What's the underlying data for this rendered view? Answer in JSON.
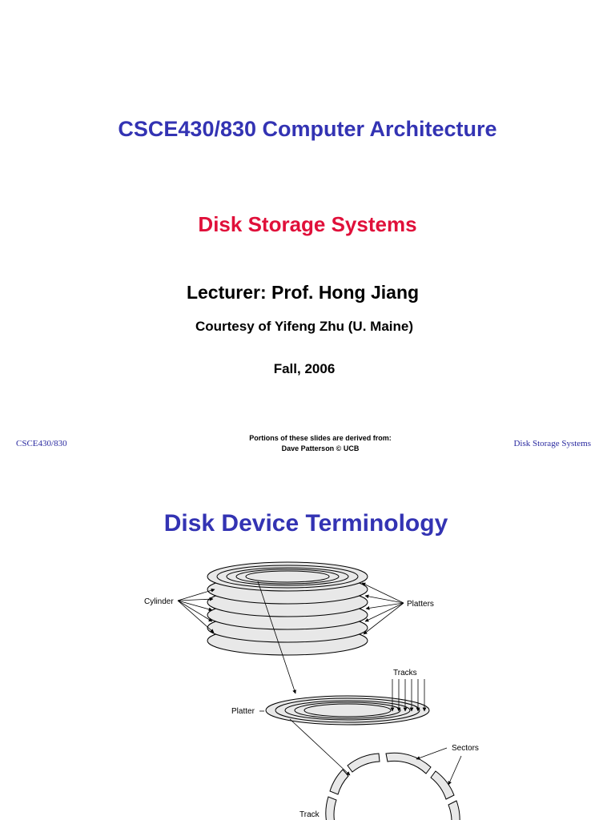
{
  "slide1": {
    "course_title": "CSCE430/830 Computer Architecture",
    "topic": "Disk Storage Systems",
    "lecturer": "Lecturer: Prof. Hong Jiang",
    "courtesy": "Courtesy of Yifeng Zhu (U. Maine)",
    "term": "Fall, 2006",
    "footer": {
      "left": "CSCE430/830",
      "center_line1": "Portions of these slides are derived from:",
      "center_line2": "Dave Patterson © UCB",
      "right": "Disk Storage Systems"
    }
  },
  "slide2": {
    "title": "Disk Device Terminology",
    "diagram": {
      "labels": {
        "cylinder": "Cylinder",
        "platters": "Platters",
        "tracks": "Tracks",
        "platter": "Platter",
        "sectors": "Sectors",
        "track": "Track"
      }
    }
  }
}
